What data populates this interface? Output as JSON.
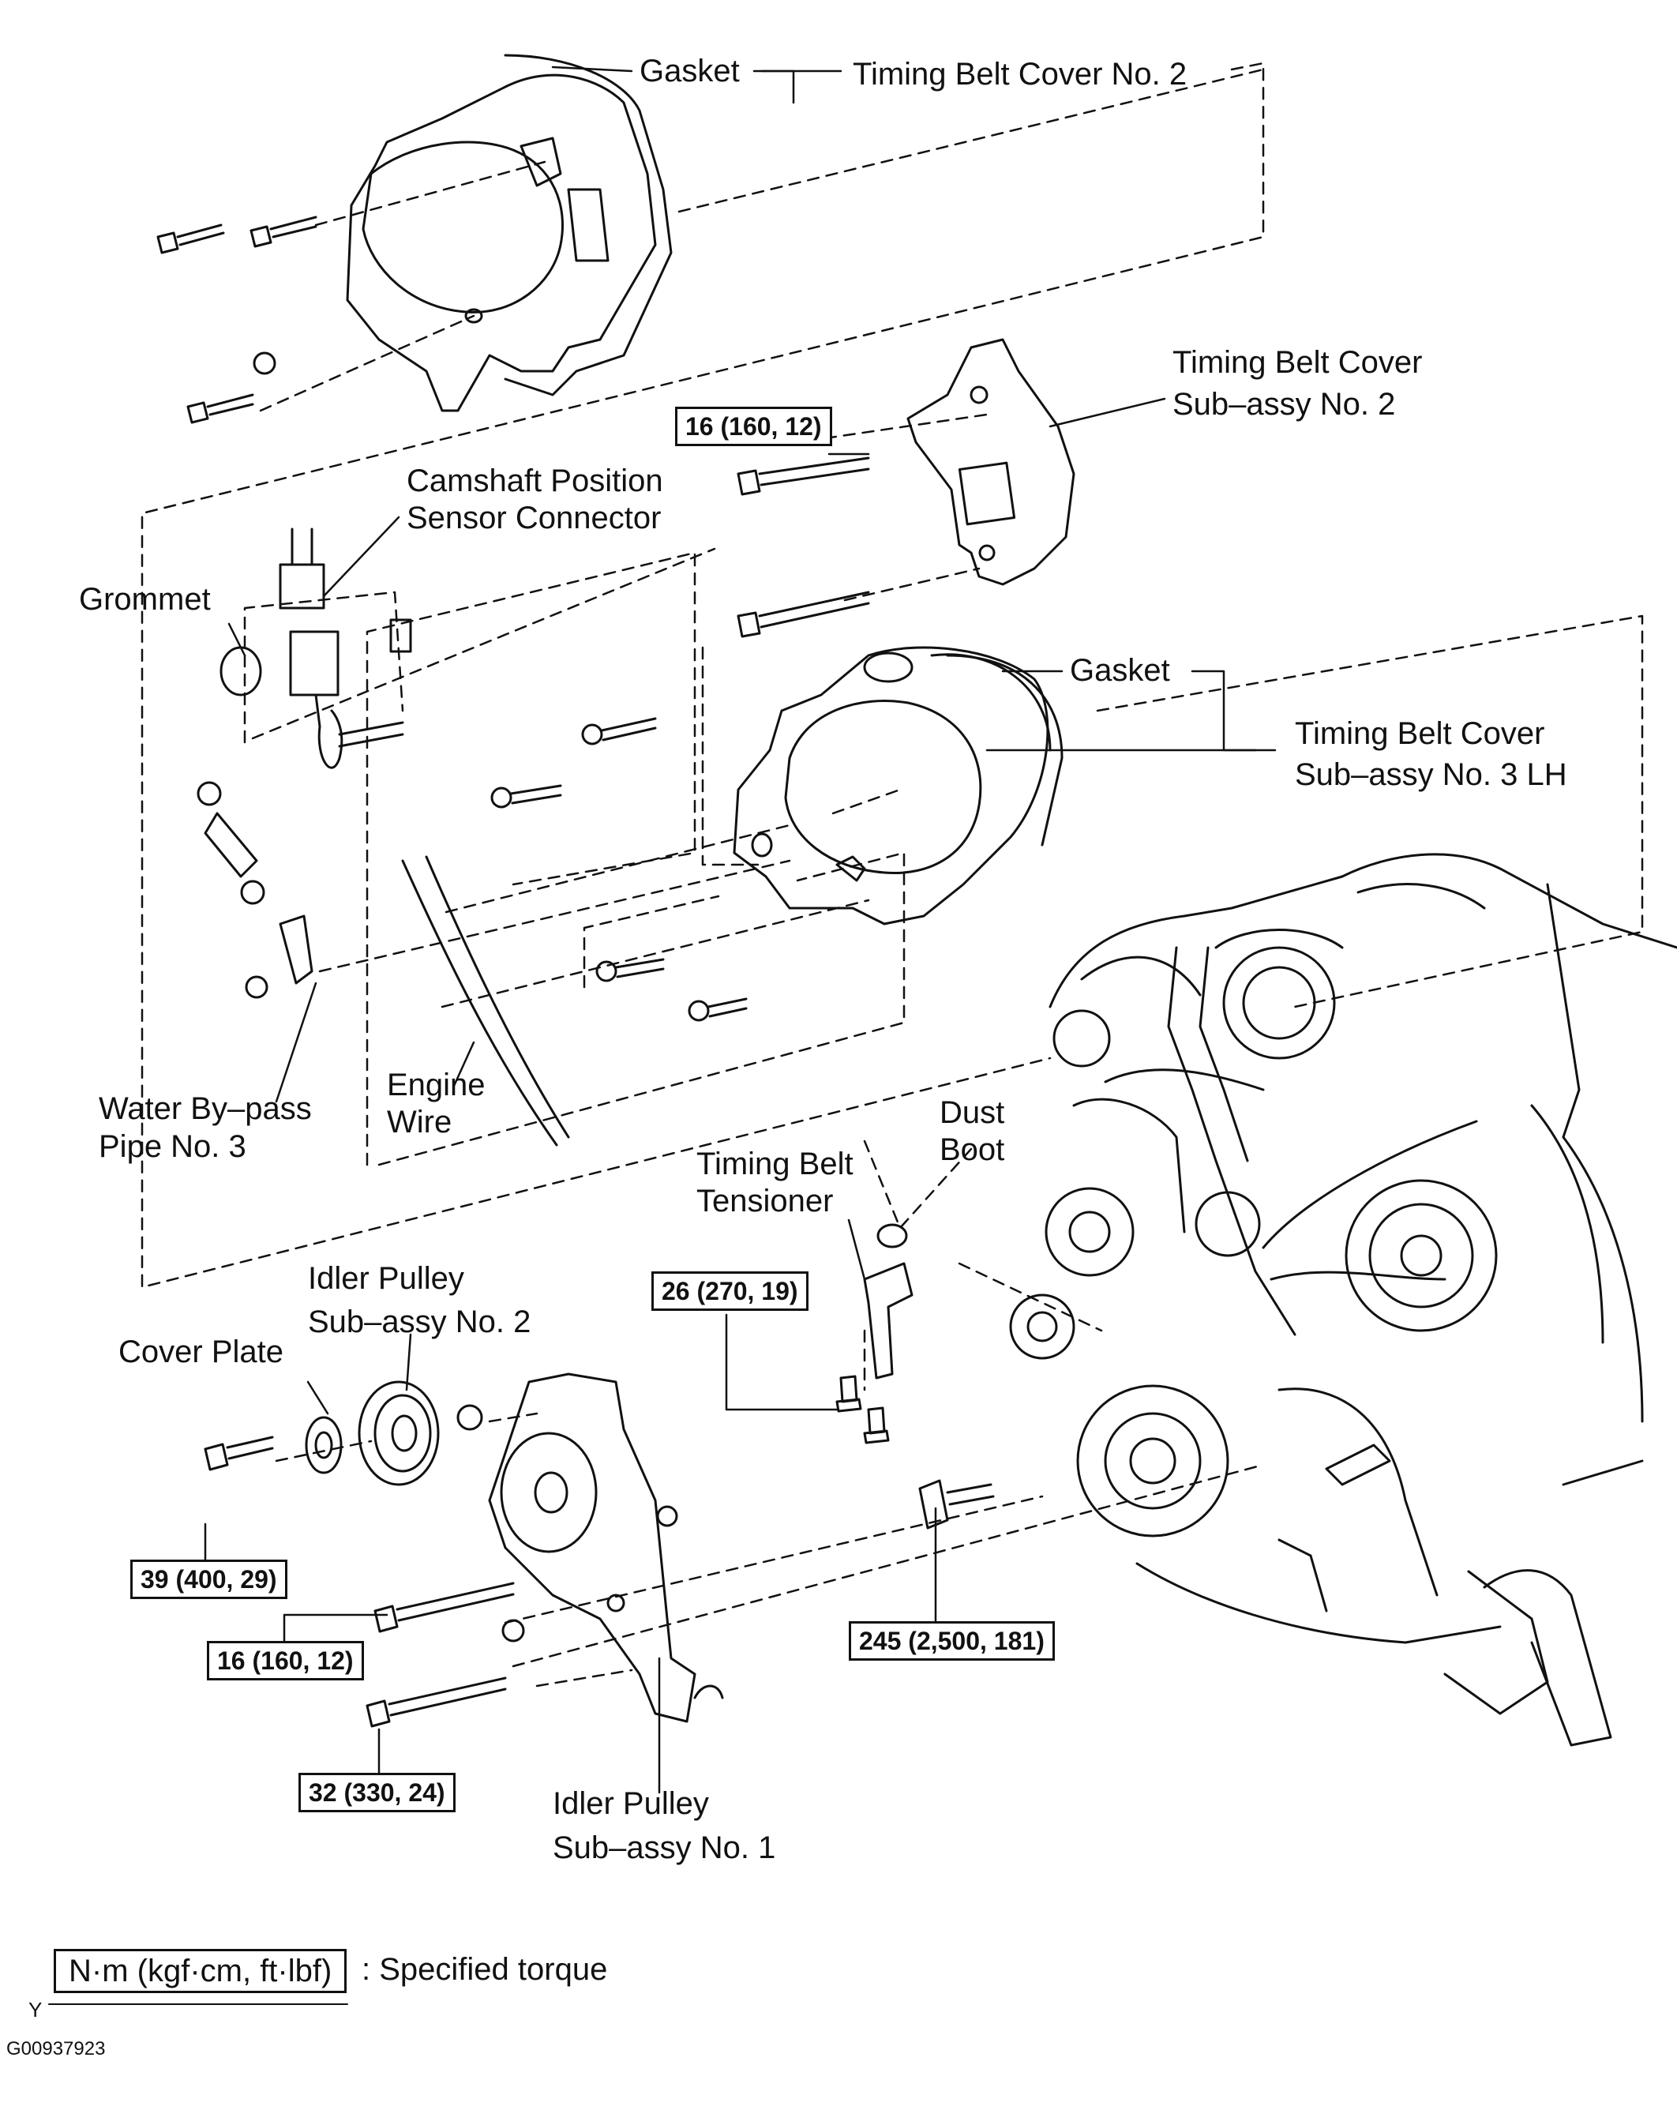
{
  "labels": {
    "gasket_top": "Gasket",
    "timing_belt_cover_no2": "Timing Belt Cover No. 2",
    "timing_belt_cover_subassy_no2_l1": "Timing Belt Cover",
    "timing_belt_cover_subassy_no2_l2": "Sub–assy No. 2",
    "camshaft_sensor_l1": "Camshaft Position",
    "camshaft_sensor_l2": "Sensor Connector",
    "grommet": "Grommet",
    "gasket_mid": "Gasket",
    "timing_belt_cover_subassy_no3_l1": "Timing Belt Cover",
    "timing_belt_cover_subassy_no3_l2": "Sub–assy No. 3 LH",
    "engine_wire_l1": "Engine",
    "engine_wire_l2": "Wire",
    "water_bypass_l1": "Water By–pass",
    "water_bypass_l2": "Pipe No. 3",
    "dust_boot_l1": "Dust",
    "dust_boot_l2": "Boot",
    "tensioner_l1": "Timing Belt",
    "tensioner_l2": "Tensioner",
    "idler_no2_l1": "Idler Pulley",
    "idler_no2_l2": "Sub–assy No. 2",
    "cover_plate": "Cover Plate",
    "idler_no1_l1": "Idler Pulley",
    "idler_no1_l2": "Sub–assy No. 1"
  },
  "torques": {
    "t1": "16 (160, 12)",
    "t2": "26 (270, 19)",
    "t3": "39 (400, 29)",
    "t4": "16 (160, 12)",
    "t5": "245 (2,500, 181)",
    "t6": "32 (330, 24)"
  },
  "legend": {
    "box": "N·m (kgf·cm, ft·lbf)",
    "text": ": Specified torque"
  },
  "corner_mark": "Y",
  "figure_id": "G00937923"
}
